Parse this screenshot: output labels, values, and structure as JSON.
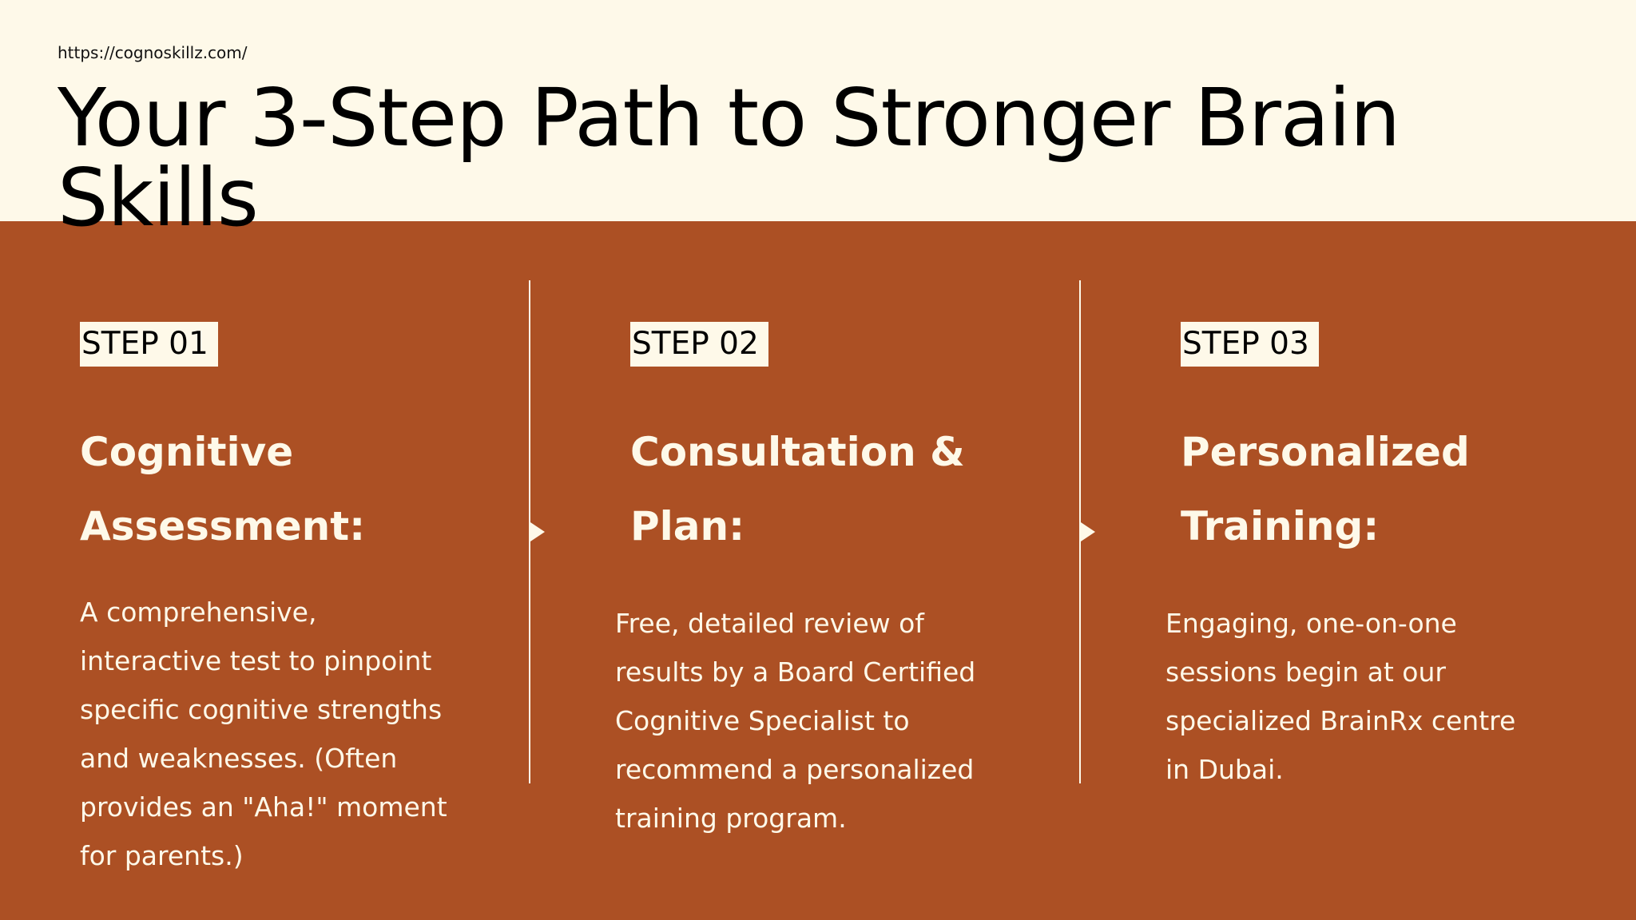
{
  "header": {
    "url": "https://cognoskillz.com/",
    "title": "Your 3-Step Path to Stronger Brain Skills"
  },
  "colors": {
    "background_light": "#fef9e9",
    "accent_rust": "#ac5024",
    "text_dark": "#000000"
  },
  "steps": [
    {
      "tag": "STEP 01",
      "heading": "Cognitive Assessment:",
      "body": "A comprehensive, interactive test to pinpoint specific cognitive strengths and weaknesses. (Often provides an \"Aha!\" moment for parents.)"
    },
    {
      "tag": "STEP 02",
      "heading": "Consultation & Plan:",
      "body": "Free, detailed review of results by a Board Certified Cognitive Specialist to recommend a personalized training program."
    },
    {
      "tag": "STEP 03",
      "heading": "Personalized Training:",
      "body": "Engaging, one-on-one sessions begin at our specialized BrainRx centre in Dubai."
    }
  ]
}
